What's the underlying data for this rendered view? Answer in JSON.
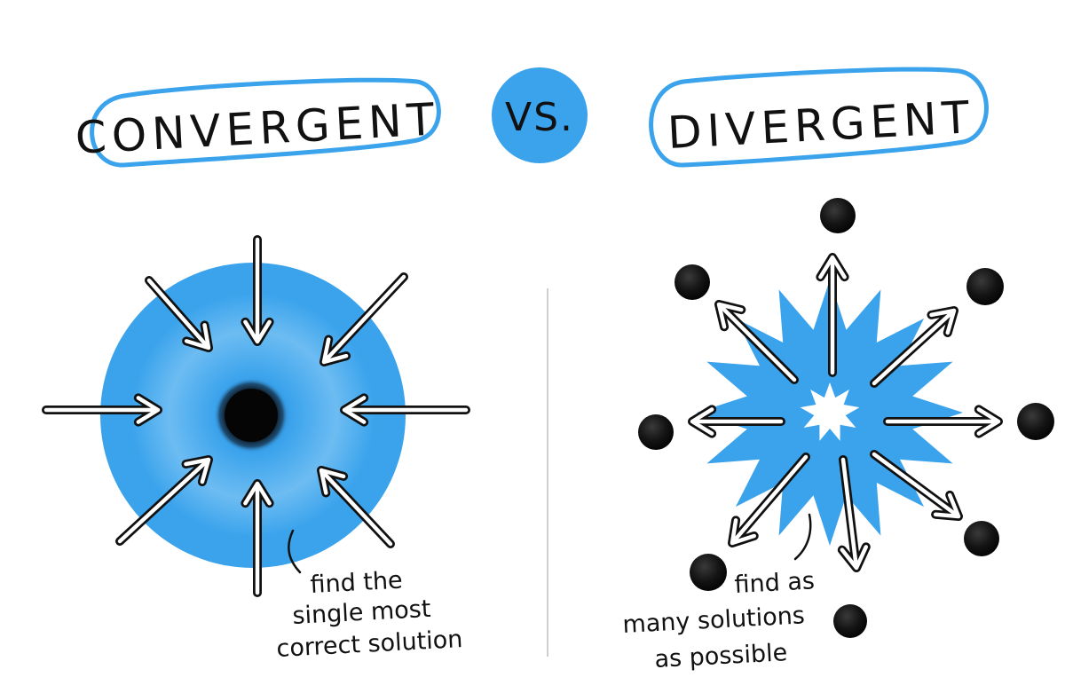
{
  "colors": {
    "accent": "#3aa3ec",
    "accent_light": "#8fcaf5",
    "ink": "#111111",
    "paper": "#ffffff",
    "divider": "#d0d0d0"
  },
  "left": {
    "title": "CONVERGENT",
    "caption_lines": [
      "find the",
      "single most",
      "correct solution"
    ]
  },
  "vs": {
    "label": "VS."
  },
  "right": {
    "title": "DIVERGENT",
    "caption_lines": [
      "find as",
      "many solutions",
      "as possible"
    ]
  }
}
